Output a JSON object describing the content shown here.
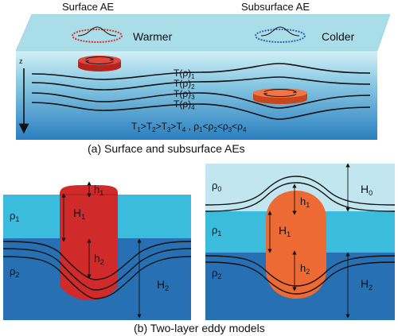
{
  "top": {
    "surface_label": "Surface AE",
    "subsurface_label": "Subsurface AE",
    "warmer": "Warmer",
    "colder": "Colder",
    "z_axis": "z",
    "isopycnals": [
      "T(ρ)",
      "T(ρ)",
      "T(ρ)",
      "T(ρ)"
    ],
    "isopycnal_subs": [
      "1",
      "2",
      "3",
      "4"
    ],
    "relation": {
      "T": "T",
      "gt": ">",
      "rho": "ρ",
      "lt": "<",
      "comma": " , ",
      "subs": [
        "1",
        "2",
        "3",
        "4"
      ]
    },
    "caption": "(a) Surface and subsurface AEs"
  },
  "bottom_left": {
    "rho1": "ρ",
    "rho1_sub": "1",
    "rho2": "ρ",
    "rho2_sub": "2",
    "h1": "h",
    "h1_sub": "1",
    "H1": "H",
    "H1_sub": "1",
    "h2": "h",
    "h2_sub": "2",
    "H2": "H",
    "H2_sub": "2"
  },
  "bottom_right": {
    "rho0": "ρ",
    "rho0_sub": "0",
    "rho1": "ρ",
    "rho1_sub": "1",
    "rho2": "ρ",
    "rho2_sub": "2",
    "H0": "H",
    "H0_sub": "0",
    "h1": "h",
    "h1_sub": "1",
    "H1": "H",
    "H1_sub": "1",
    "h2": "h",
    "h2_sub": "2",
    "H2": "H",
    "H2_sub": "2"
  },
  "bottom_caption": "(b) Two-layer eddy models",
  "colors": {
    "surface_plane": "#a9dde8",
    "water_top": "#cdeef6",
    "water_bottom": "#2f86c3",
    "warm_eddy": "#d8302a",
    "cold_ring": "#3b5fb8",
    "warm_ring": "#d8302a",
    "subsurface_eddy": "#ee6a34",
    "light_layer": "#c2e6ef",
    "mid_layer": "#3cbcdc",
    "deep_layer": "#2870b4"
  }
}
